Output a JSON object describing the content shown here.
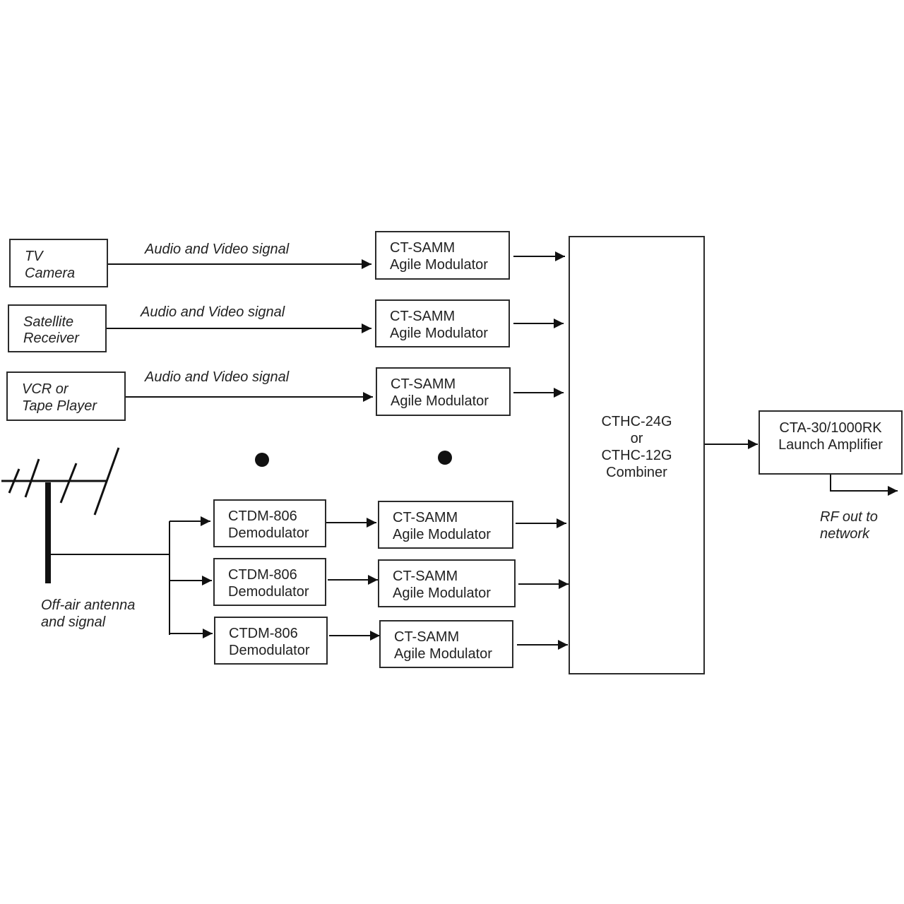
{
  "sources": {
    "tv_camera": [
      "TV",
      "Camera"
    ],
    "satellite_receiver": [
      "Satellite",
      "Receiver"
    ],
    "vcr": [
      "VCR or",
      "Tape Player"
    ]
  },
  "signal_labels": [
    "Audio and  Video signal",
    "Audio and  Video signal",
    "Audio and Video  signal"
  ],
  "modulator": {
    "line1": "CT-SAMM",
    "line2": "Agile Modulator"
  },
  "demodulator": {
    "line1": "CTDM-806",
    "line2": "Demodulator"
  },
  "combiner": [
    "CTHC-24G",
    "or",
    "CTHC-12G",
    "Combiner"
  ],
  "amplifier": [
    "CTA-30/1000RK",
    "Launch Amplifier"
  ],
  "antenna_label": [
    "Off-air antenna",
    "and signal"
  ],
  "rf_out_label": [
    "RF out  to",
    "network"
  ]
}
